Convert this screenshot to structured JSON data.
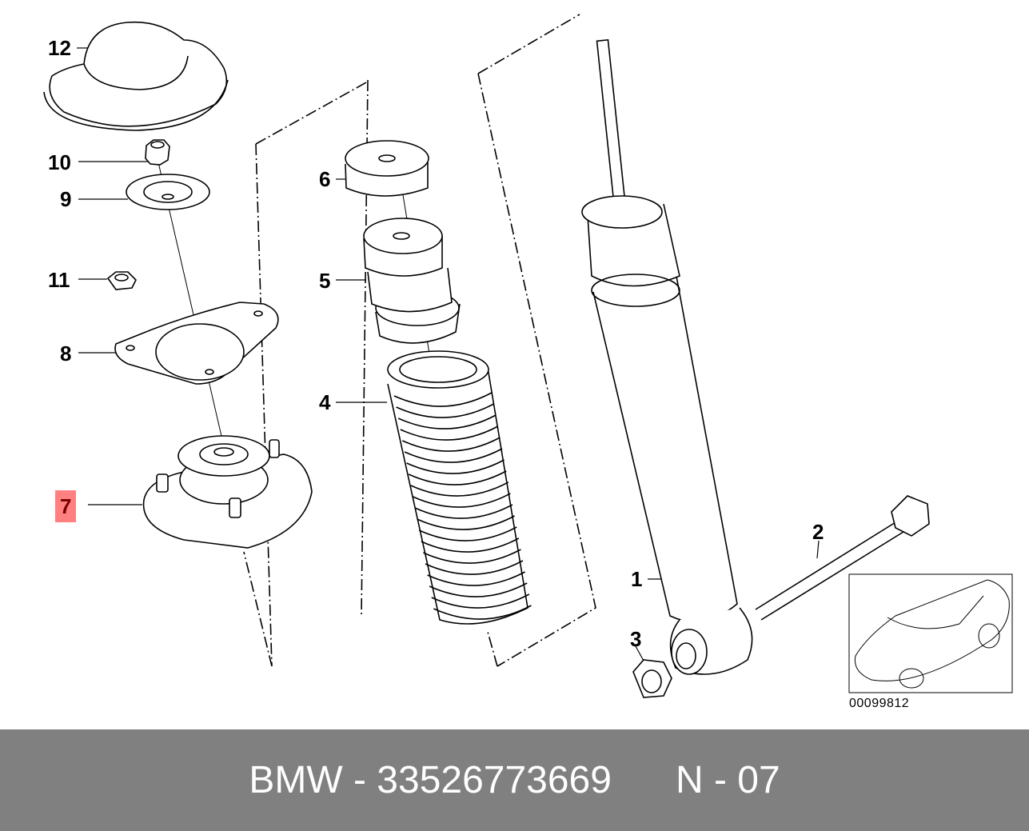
{
  "diagram": {
    "highlight_color": "#ff8080",
    "callouts": [
      {
        "id": "12",
        "label": "12"
      },
      {
        "id": "10",
        "label": "10"
      },
      {
        "id": "9",
        "label": "9"
      },
      {
        "id": "11",
        "label": "11"
      },
      {
        "id": "8",
        "label": "8"
      },
      {
        "id": "7",
        "label": "7",
        "highlighted": true
      },
      {
        "id": "6",
        "label": "6"
      },
      {
        "id": "5",
        "label": "5"
      },
      {
        "id": "4",
        "label": "4"
      },
      {
        "id": "1",
        "label": "1"
      },
      {
        "id": "2",
        "label": "2"
      },
      {
        "id": "3",
        "label": "3"
      }
    ],
    "reference_number": "00099812"
  },
  "footer": {
    "brand": "BMW",
    "separator": "-",
    "part_number": "33526773669",
    "position": "N - 07"
  }
}
